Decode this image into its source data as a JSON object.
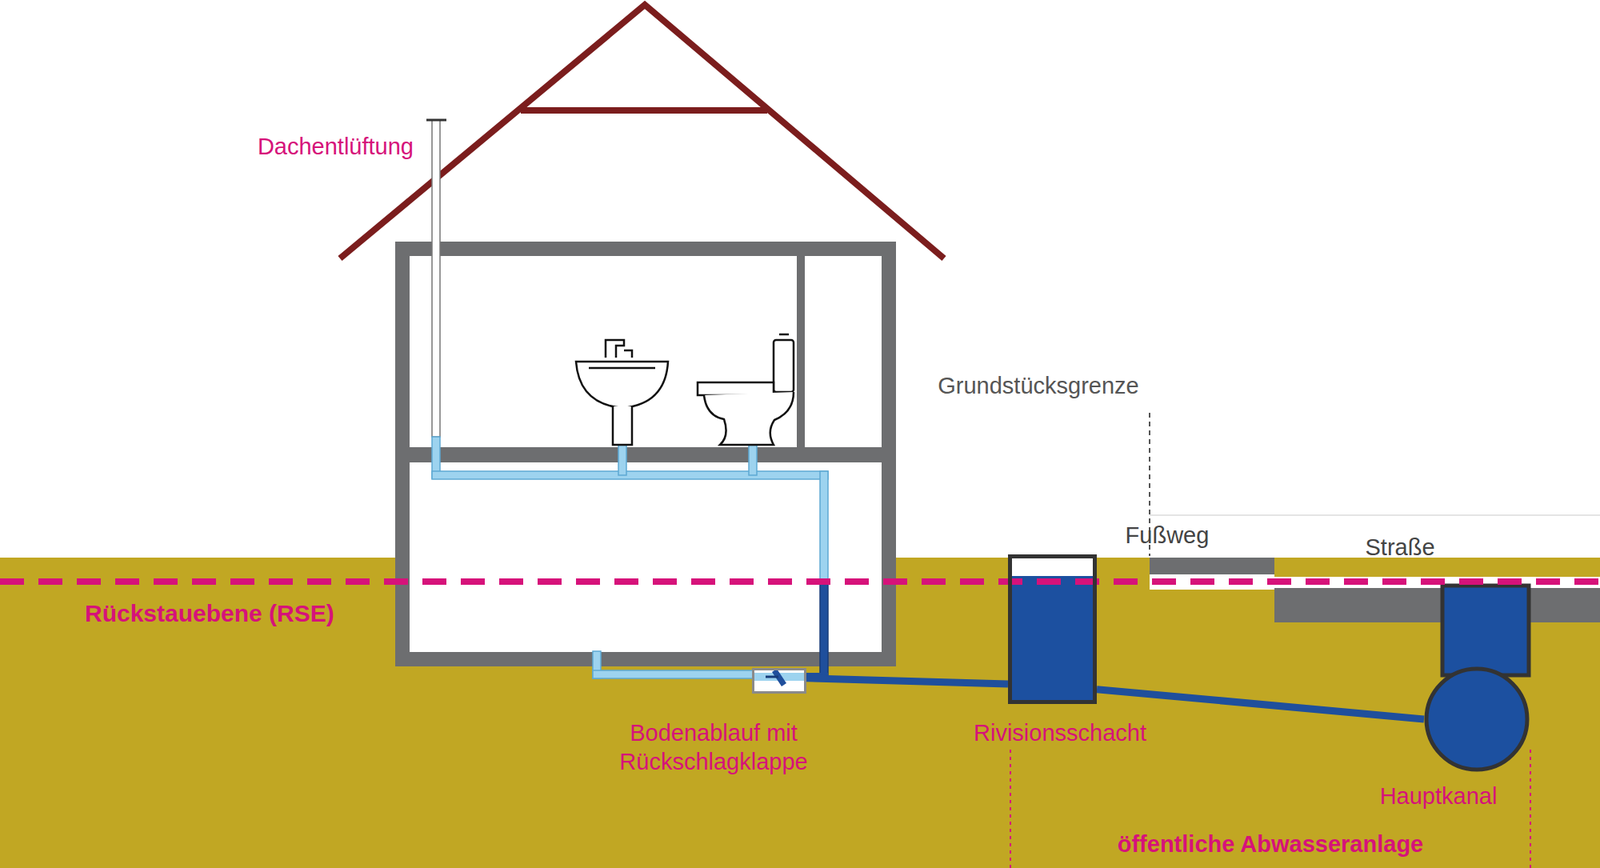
{
  "diagram": {
    "nodes": [
      {
        "text": [
          "Bodenablauf mit Rückschlagklappe"
        ]
      },
      {
        "text": [
          "Rivisionsschacht"
        ]
      },
      {
        "text": [
          "Hauptkanal"
        ]
      }
    ],
    "edges": [
      {
        "from": 0,
        "to": 1,
        "arrow": "none"
      },
      {
        "from": 1,
        "to": 2,
        "arrow": "none"
      }
    ],
    "labels": [
      "Dachentlüftung",
      "Grundstücksgrenze",
      "Fußweg",
      "Straße",
      "Rückstauebene (RSE)",
      "öffentliche Abwasseranlage"
    ]
  }
}
